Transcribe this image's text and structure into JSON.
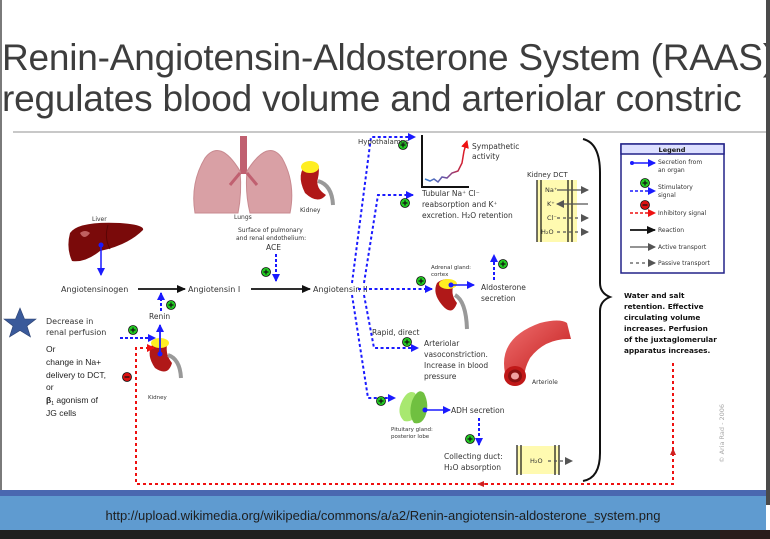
{
  "slide": {
    "title_line1": "Renin-Angiotensin-Aldosterone System (RAAS)",
    "title_line2": "regulates blood volume and arteriolar constric",
    "footer_url": "http://upload.wikimedia.org/wikipedia/commons/a/a2/Renin-angiotensin-aldosterone_system.png"
  },
  "diagram": {
    "organs": {
      "liver": "Liver",
      "lungs": "Lungs",
      "kidney_top": "Kidney",
      "kidney_left": "Kidney",
      "arteriole": "Arteriole",
      "adrenal_line1": "Adrenal gland:",
      "adrenal_line2": "cortex",
      "pituitary_line1": "Pituitary gland:",
      "pituitary_line2": "posterior lobe"
    },
    "pathway": {
      "angiotensinogen": "Angiotensinogen",
      "angiotensin1": "Angiotensin I",
      "angiotensin2": "Angiotensin II",
      "renin": "Renin",
      "ace_line1": "Surface of pulmonary",
      "ace_line2": "and renal endothelium:",
      "ace": "ACE"
    },
    "triggers": {
      "line1": "Decrease in",
      "line2": "renal perfusion",
      "or1": "Or",
      "line3": "change in Na+",
      "line4": "delivery to DCT,",
      "or2": "or",
      "beta": "β",
      "beta_sub": "1",
      "line5": " agonism of",
      "line6": "JG cells"
    },
    "effects": {
      "hypothalamus": "Hypothalamus",
      "sympathetic_line1": "Sympathetic",
      "sympathetic_line2": "activity",
      "tubular_line1": "Tubular Na⁺ Cl⁻",
      "tubular_line2": "reabsorption and K⁺",
      "tubular_line3": "excretion. H₂O retention",
      "aldosterone_line1": "Aldosterone",
      "aldosterone_line2": "secretion",
      "rapid": "Rapid, direct",
      "arteriolar_line1": "Arteriolar",
      "arteriolar_line2": "vasoconstriction.",
      "arteriolar_line3": "Increase in blood",
      "arteriolar_line4": "pressure",
      "adh": "ADH secretion",
      "collecting_line1": "Collecting duct:",
      "collecting_line2": "H₂O absorption",
      "kidney_dct": "Kidney DCT",
      "dct_ions": [
        "Na⁺",
        "K⁺",
        "Cl⁻",
        "H₂O"
      ],
      "cd_water": "H₂O"
    },
    "outcome": {
      "line1": "Water and salt",
      "line2": "retention. Effective",
      "line3": "circulating volume",
      "line4": "increases. Perfusion",
      "line5": "of the juxtaglomerular",
      "line6": "apparatus increases."
    },
    "legend": {
      "title": "Legend",
      "items": [
        {
          "line1": "Secretion from",
          "line2": "an organ"
        },
        {
          "line1": "Stimulatory",
          "line2": "signal"
        },
        {
          "line1": "Inhibitory signal",
          "line2": ""
        },
        {
          "line1": "Reaction",
          "line2": ""
        },
        {
          "line1": "Active transport",
          "line2": ""
        },
        {
          "line1": "Passive transport",
          "line2": ""
        }
      ]
    },
    "copyright": "© Aria Rad - 2006",
    "colors": {
      "stimulatory": "#1a1aff",
      "inhibitory": "#ee1111",
      "plus_badge": "#22cc22",
      "minus_badge": "#dd1111",
      "star": "#3a5a9a"
    }
  }
}
